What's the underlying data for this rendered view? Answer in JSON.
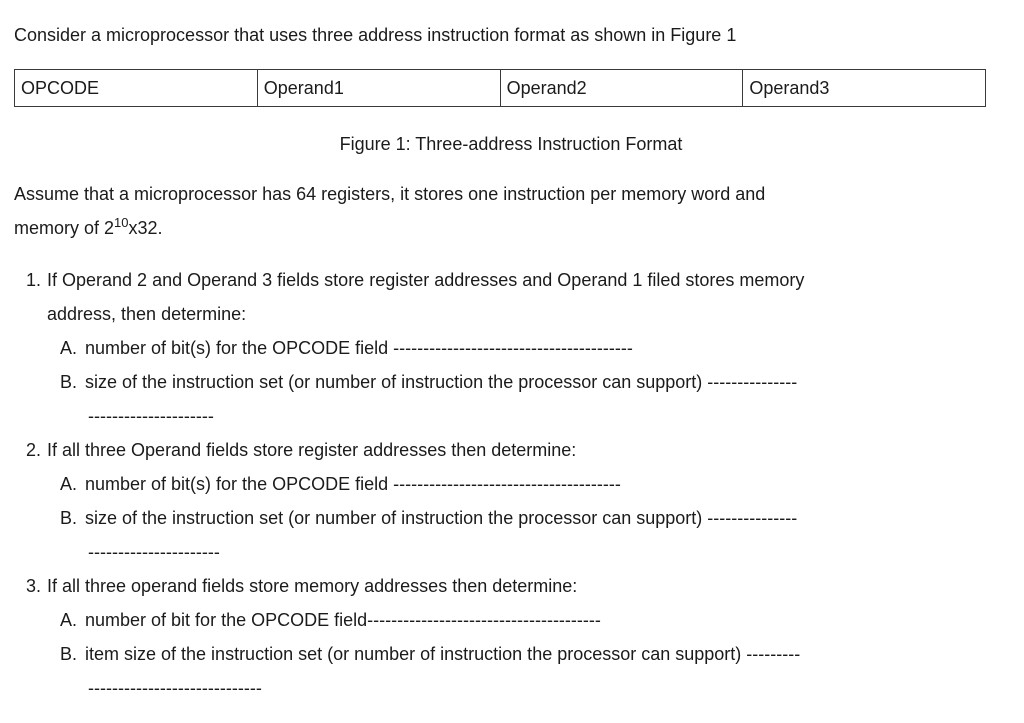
{
  "intro": "Consider a microprocessor that uses three address instruction format as shown in Figure 1",
  "figure_table": {
    "cells": [
      "OPCODE",
      "Operand1",
      "Operand2",
      "Operand3"
    ]
  },
  "caption": "Figure 1: Three-address Instruction Format",
  "assumption": {
    "line1": "Assume that a microprocessor has 64 registers, it stores one instruction per memory word and",
    "line2_pre": "memory of 2",
    "exponent": "10",
    "line2_post": "x32."
  },
  "questions": [
    {
      "number": "1.",
      "lines": [
        "If Operand 2 and Operand 3 fields store register addresses and Operand 1 filed stores memory",
        "address, then determine:"
      ],
      "subitems": [
        {
          "label": "A.",
          "text": "number of bit(s) for the OPCODE field ----------------------------------------"
        },
        {
          "label": "B.",
          "text": "size of the instruction set (or number of instruction the processor can support) ---------------"
        }
      ],
      "continuation": "---------------------"
    },
    {
      "number": "2.",
      "lines": [
        "If all three Operand fields store register addresses then determine:"
      ],
      "subitems": [
        {
          "label": "A.",
          "text": "number of bit(s) for the OPCODE field --------------------------------------"
        },
        {
          "label": "B.",
          "text": "size of the instruction set (or number of instruction the processor can support) ---------------"
        }
      ],
      "continuation": "----------------------"
    },
    {
      "number": "3.",
      "lines": [
        "If all three operand fields store memory addresses then determine:"
      ],
      "subitems": [
        {
          "label": "A.",
          "text": "number of bit for the OPCODE field---------------------------------------"
        },
        {
          "label": "B.",
          "text": "item size of the instruction set (or number of instruction the processor can support) ---------"
        }
      ],
      "continuation": "-----------------------------"
    }
  ]
}
